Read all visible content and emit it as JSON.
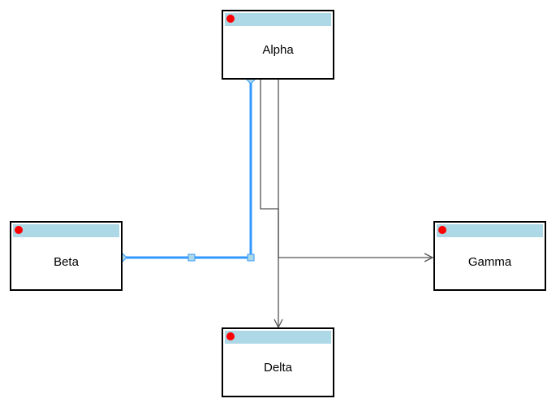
{
  "colors": {
    "canvas_background": "#ffffff",
    "node_border": "#000000",
    "node_fill": "#ffffff",
    "node_header": "#add8e6",
    "status_dot": "#ff0000",
    "edge": "#555555",
    "selected_edge": "#3399ff",
    "handle_fill": "#add8e6",
    "handle_stroke": "#3399ff"
  },
  "nodes": [
    {
      "id": "alpha",
      "label": "Alpha"
    },
    {
      "id": "beta",
      "label": "Beta"
    },
    {
      "id": "gamma",
      "label": "Gamma"
    },
    {
      "id": "delta",
      "label": "Delta"
    }
  ],
  "edges": [
    {
      "id": "alpha-beta",
      "from": "alpha",
      "to": "beta",
      "selected": true
    },
    {
      "id": "alpha-gamma",
      "from": "alpha",
      "to": "gamma",
      "selected": false
    },
    {
      "id": "alpha-delta",
      "from": "alpha",
      "to": "delta",
      "selected": false
    }
  ]
}
